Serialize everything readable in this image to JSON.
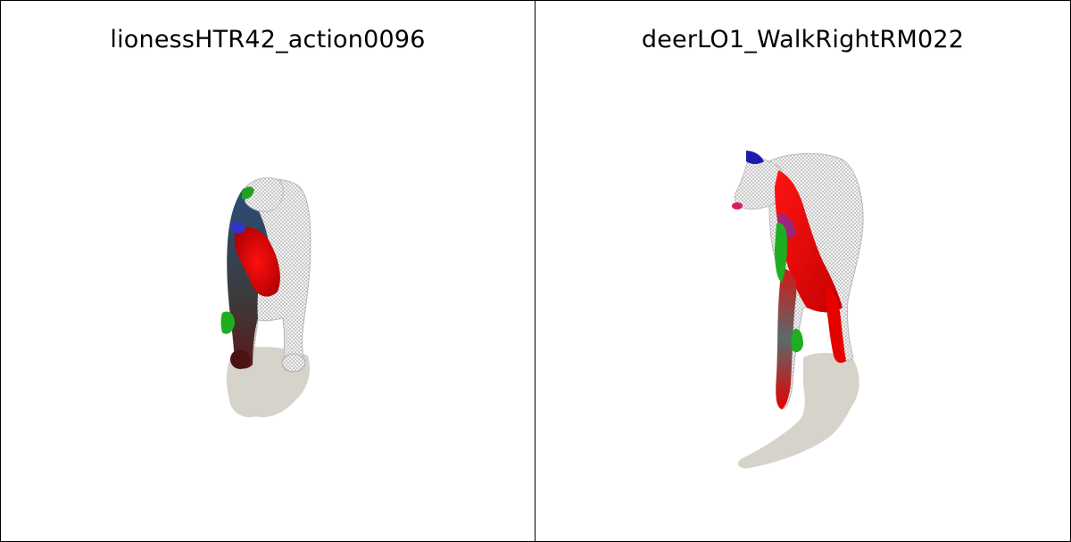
{
  "panels": [
    {
      "title": "lionessHTR42_action0096",
      "subject": "lioness mesh with partial color correspondence overlay"
    },
    {
      "title": "deerLO1_WalkRightRM022",
      "subject": "deer mesh with partial color correspondence overlay"
    }
  ],
  "colors": {
    "mesh_white": "#f2f2f2",
    "mesh_wire": "#9a9a9a",
    "shadow": "#d6d3cb",
    "red": "#e60000",
    "green": "#1fae1f",
    "blue": "#1b1bb0",
    "border": "#000000"
  }
}
